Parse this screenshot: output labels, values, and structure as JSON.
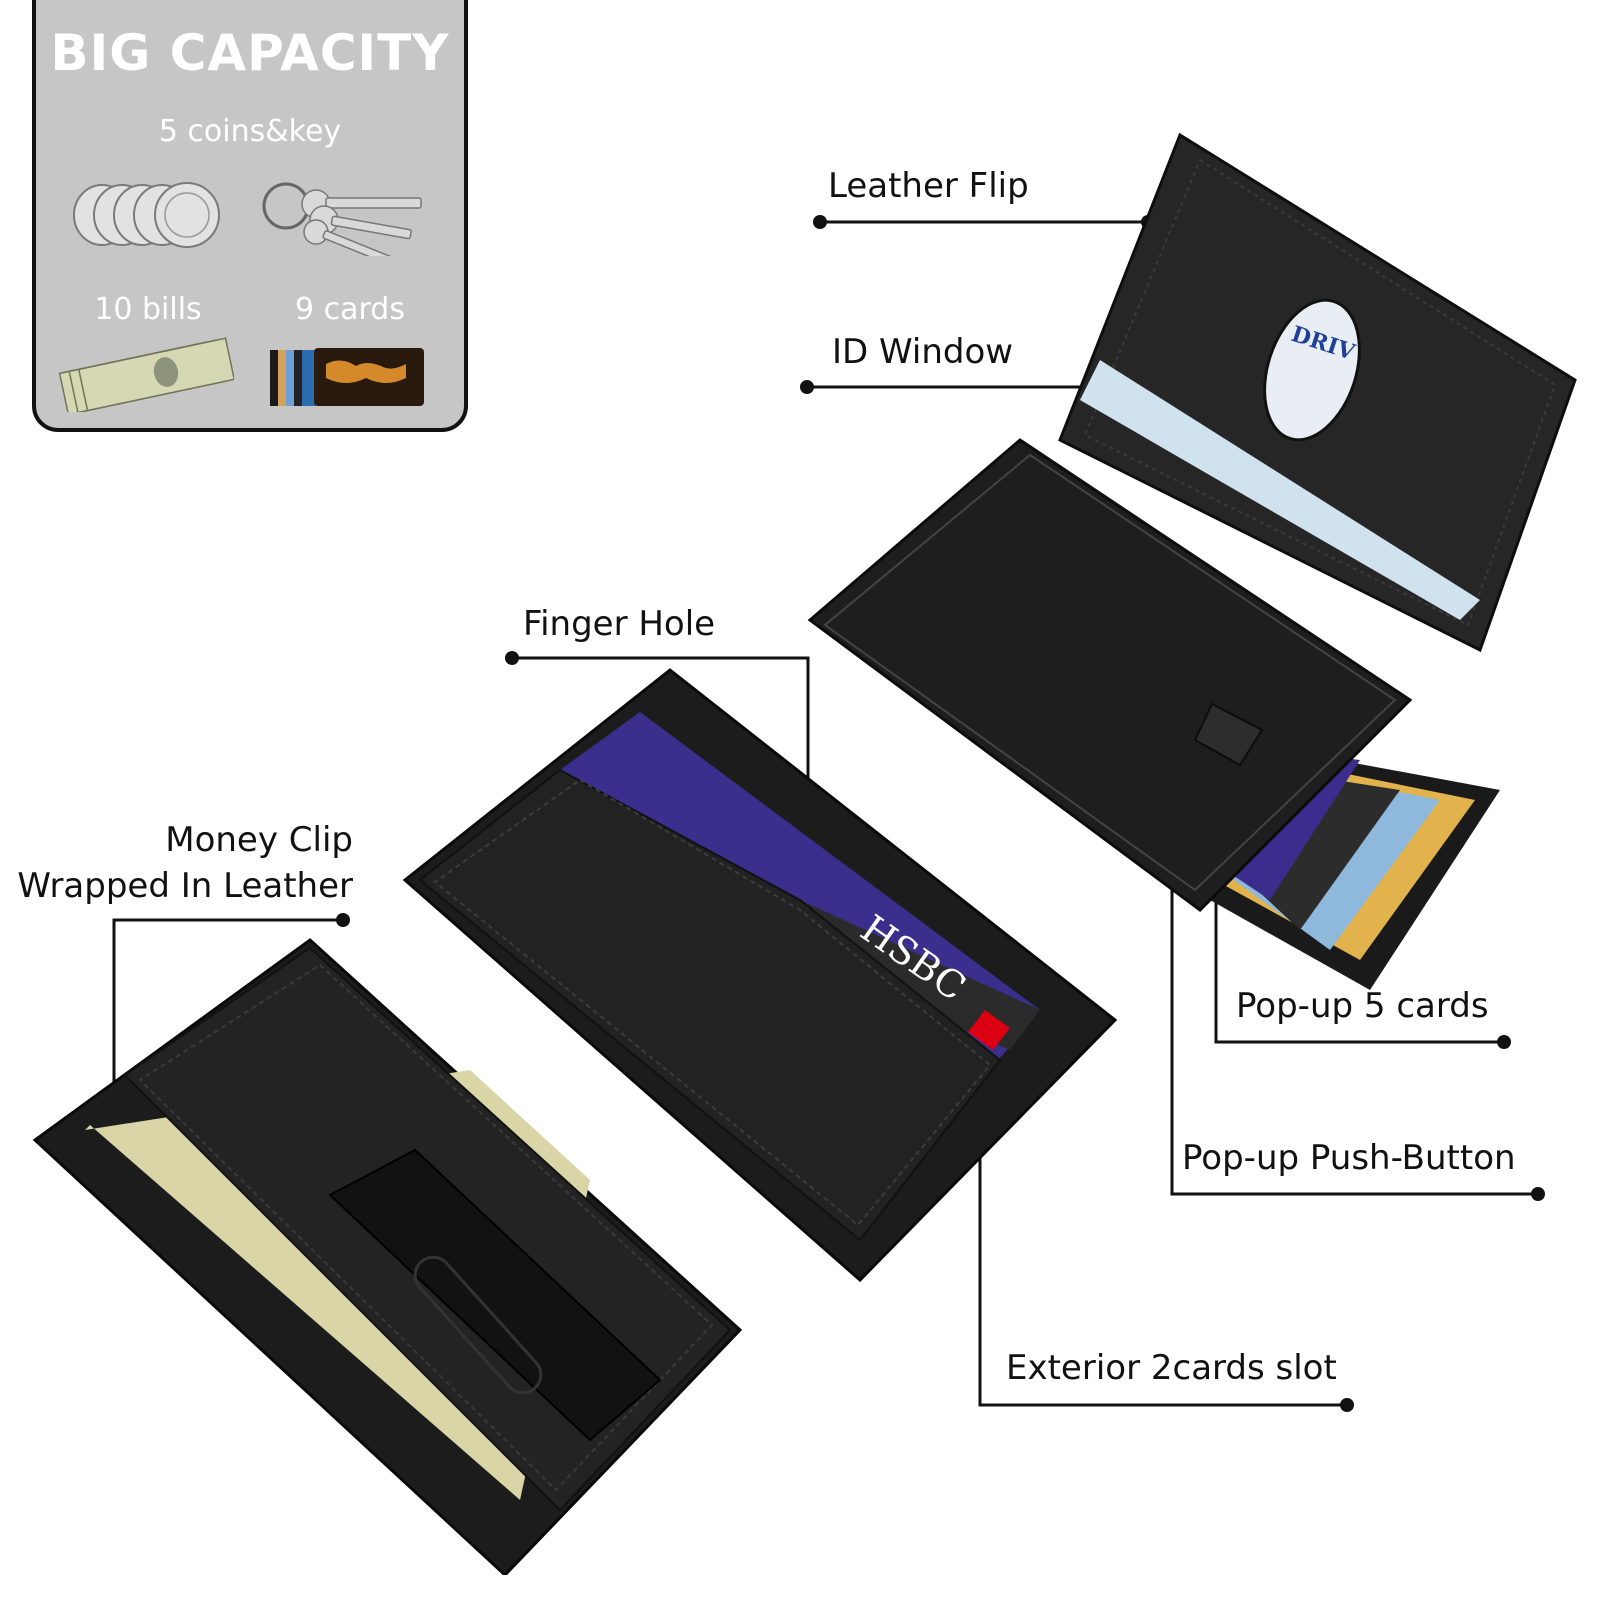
{
  "capacity_panel": {
    "title": "BIG CAPACITY",
    "coins_keys": "5 coins&key",
    "bills": "10 bills",
    "cards": "9 cards"
  },
  "callouts": {
    "leather_flip": "Leather Flip",
    "id_window": "ID Window",
    "finger_hole": "Finger Hole",
    "money_clip_line1": "Money Clip",
    "money_clip_line2": "Wrapped In Leather",
    "popup_cards": "Pop-up 5 cards",
    "popup_button": "Pop-up Push-Button",
    "exterior_slot": "Exterior 2cards slot"
  },
  "colors": {
    "panel_bg": "#c6c6c6",
    "wallet": "#1e1e1e",
    "line": "#111111"
  },
  "icons": [
    "coin-stack-icon",
    "keys-icon",
    "bills-icon",
    "cards-icon"
  ]
}
